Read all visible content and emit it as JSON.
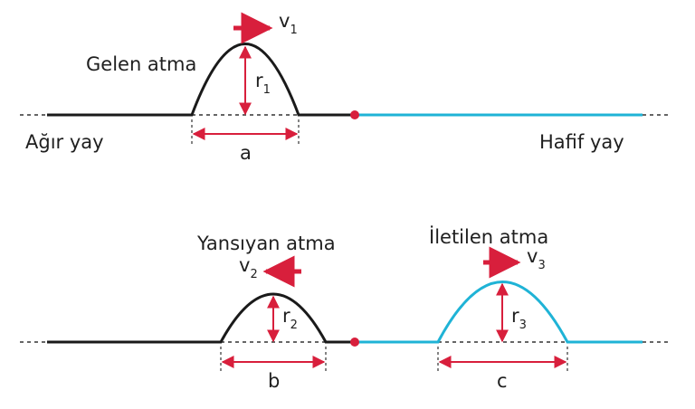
{
  "colors": {
    "heavy_spring": "#1a1a1a",
    "light_spring": "#1fb3d6",
    "arrow": "#d81f3c",
    "junction": "#d81f3c",
    "dashed": "#333333"
  },
  "top": {
    "incoming_label": "Gelen atma",
    "heavy_label": "Ağır yay",
    "light_label": "Hafif yay",
    "velocity": {
      "symbol": "v",
      "sub": "1"
    },
    "amplitude": {
      "symbol": "r",
      "sub": "1"
    },
    "width_label": "a"
  },
  "bottom": {
    "reflected_label": "Yansıyan atma",
    "transmitted_label": "İletilen atma",
    "reflected_velocity": {
      "symbol": "v",
      "sub": "2"
    },
    "reflected_amplitude": {
      "symbol": "r",
      "sub": "2"
    },
    "reflected_width_label": "b",
    "transmitted_velocity": {
      "symbol": "v",
      "sub": "3"
    },
    "transmitted_amplitude": {
      "symbol": "r",
      "sub": "3"
    },
    "transmitted_width_label": "c"
  }
}
